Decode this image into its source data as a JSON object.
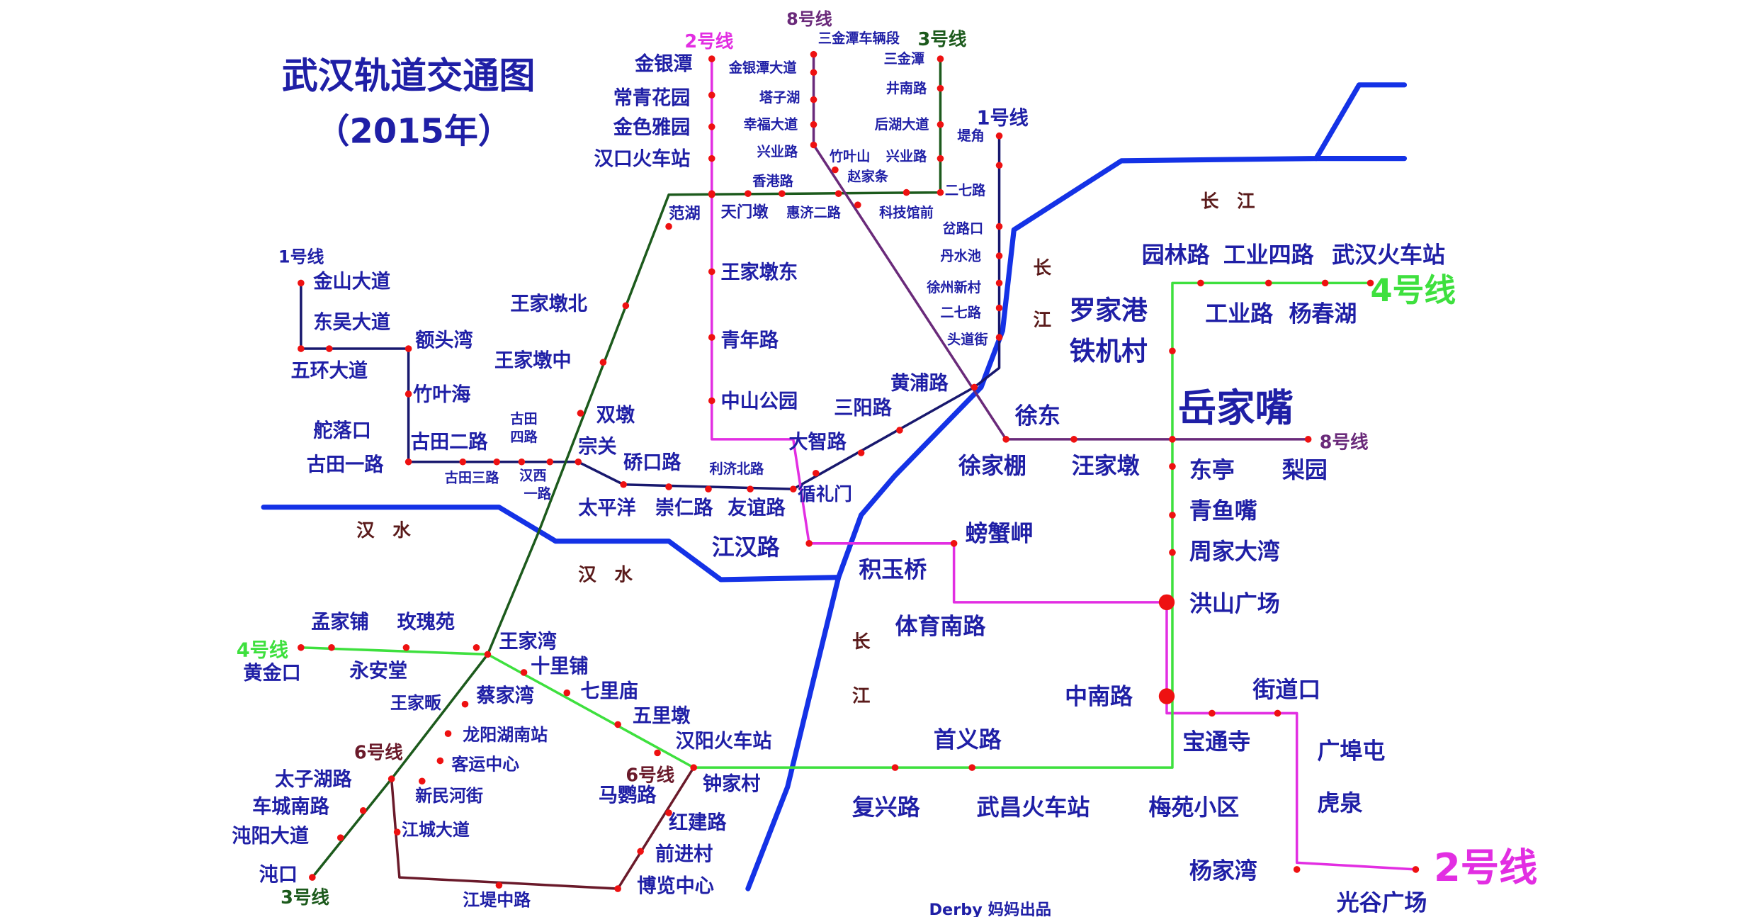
{
  "title": "武汉轨道交通图",
  "year": "（2015年）",
  "credit": "Derby 妈妈出品",
  "colors": {
    "line1": "#18186e",
    "line2": "#e22ee2",
    "line3": "#1c5a1c",
    "line4": "#3ee03e",
    "line6": "#6a1a2a",
    "line8": "#6a2a7a",
    "river": "#1432e6",
    "station": "#ee1111",
    "text": "#1f1fa6"
  },
  "line_labels": {
    "l1_top": "1号线",
    "l1_west": "1号线",
    "l2_north": "2号线",
    "l2_south": "2号线",
    "l3_north": "3号线",
    "l3_south": "3号线",
    "l4_east": "4号线",
    "l4_west": "4号线",
    "l6_west": "6号线",
    "l6_mid": "6号线",
    "l8_north": "8号线",
    "l8_east": "8号线"
  },
  "rivers": {
    "r1": "长　江",
    "r2": "长",
    "r3": "江",
    "r4": "长",
    "r5": "江",
    "h1": "汉　水",
    "h2": "汉　水"
  },
  "stations": {
    "jinyintan": "金银潭",
    "changqinghuayuan": "常青花园",
    "jinseyayuan": "金色雅园",
    "hankouhuochezhan": "汉口火车站",
    "fanhu": "范湖",
    "wangjiadundong": "王家墩东",
    "qingnianlu": "青年路",
    "zhongshangongyuan": "中山公园",
    "xunlimen": "循礼门",
    "jianghanlu": "江汉路",
    "jiyuqiao": "积玉桥",
    "pangxiejia": "螃蟹岬",
    "tiyunanlu": "体育南路",
    "hongshanguangchang": "洪山广场",
    "zhongnanlu": "中南路",
    "baotongsi": "宝通寺",
    "jiedaokou": "街道口",
    "guangbutun": "广埠屯",
    "huquan": "虎泉",
    "yangjiawan": "杨家湾",
    "guangguguangchang": "光谷广场",
    "jinshandadao": "金山大道",
    "dongwudadao": "东吴大道",
    "wuhuandadao": "五环大道",
    "etouwan": "额头湾",
    "zhuyehai": "竹叶海",
    "tuoluokou": "舵落口",
    "gutianyilu": "古田一路",
    "gutianerlu": "古田二路",
    "gutiansanlu": "古田三路",
    "gutiansilu_1": "古田",
    "gutiansilu_2": "四路",
    "hanxiyilu_1": "汉西",
    "hanxiyilu_2": "一路",
    "zongguan": "宗关",
    "qiaokoulu": "硚口路",
    "taipingyang": "太平洋",
    "chongrenlu": "崇仁路",
    "youyilu": "友谊路",
    "lijibeilu": "利济北路",
    "dazhilu": "大智路",
    "sanyanglu": "三阳路",
    "huangpulu": "黄浦路",
    "toudaojie": "头道街",
    "erqilu_s": "二七路",
    "xuzhouxincun": "徐州新村",
    "danshuichi": "丹水池",
    "chalukou": "岔路口",
    "kejiguanqian": "科技馆前",
    "erqilu_n": "二七路",
    "zhaojiatiao": "赵家条",
    "zhuyeshan": "竹叶山",
    "xingyelu_e": "兴业路",
    "houhudadao": "后湖大道",
    "jingnanlu": "井南路",
    "sanjintan": "三金潭",
    "sanjintanchelianduan": "三金潭车辆段",
    "jinyintandadao": "金银潭大道",
    "taziuhu": "塔子湖",
    "xingfudadao": "幸福大道",
    "xingyelu_w": "兴业路",
    "xianggang": "香港路",
    "tianmendun": "天门墩",
    "huijierlu": "惠济二路",
    "dijiao": "堤角",
    "wangjiadunbei": "王家墩北",
    "wangjiadunzhong": "王家墩中",
    "shuangdun": "双墩",
    "yuanlinlu": "园林路",
    "gongyesilu": "工业四路",
    "wuhanhuochezhan": "武汉火车站",
    "gongyelu": "工业路",
    "yangchunhu": "杨春湖",
    "luojiagang": "罗家港",
    "tiejicun": "铁机村",
    "yuejiazui": "岳家嘴",
    "dongting": "东亭",
    "liyuan": "梨园",
    "qingyuzui": "青鱼嘴",
    "zhoujiadawan": "周家大湾",
    "xudong": "徐东",
    "xujiapeng": "徐家棚",
    "wangjiadun8": "汪家墩",
    "shouyilu": "首义路",
    "fuxinglu": "复兴路",
    "wuchanghuochezhan": "武昌火车站",
    "meiyuanxiaoqu": "梅苑小区",
    "zhongjiacun": "钟家村",
    "hanyanghuochezhan": "汉阳火车站",
    "wulidun": "五里墩",
    "qilimiao": "七里庙",
    "shilipu": "十里铺",
    "wangjiawan": "王家湾",
    "caijiawan": "蔡家湾",
    "wangjiafan": "王家畈",
    "longyanghunanzhan": "龙阳湖南站",
    "keyunzhongxin": "客运中心",
    "xinminhejie": "新民河街",
    "jiangchengdadao": "江城大道",
    "jiangdizhonglu": "江堤中路",
    "bolanzhongxin": "博览中心",
    "qianjincun": "前进村",
    "hongjianlu": "红建路",
    "mayinglu": "马鹦路",
    "taizihulu": "太子湖路",
    "chechengnanlu": "车城南路",
    "zhuanyangdadao": "沌阳大道",
    "zhuankou": "沌口",
    "mengjiapu": "孟家铺",
    "meiguiyuan": "玫瑰苑",
    "yongandang": "永安堂",
    "huangjinkou": "黄金口"
  }
}
